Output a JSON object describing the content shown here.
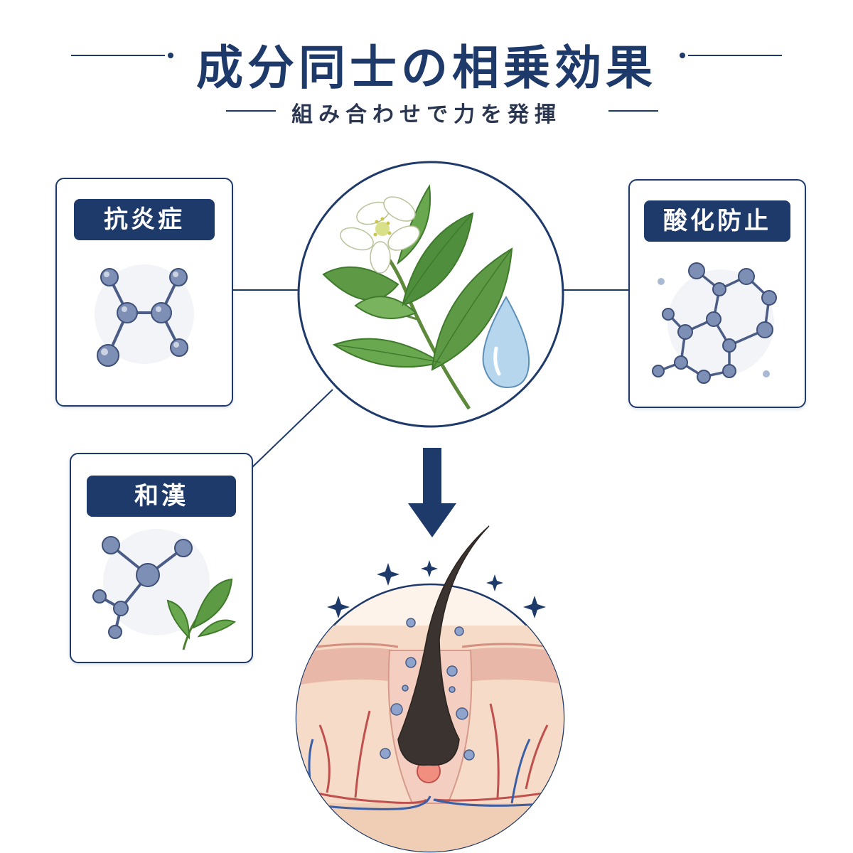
{
  "header": {
    "title": "成分同士の相乗効果",
    "subtitle": "組み合わせで力を発揮"
  },
  "boxes": {
    "anti_inflammatory": {
      "label": "抗炎症"
    },
    "antioxidant": {
      "label": "酸化防止"
    },
    "herbal": {
      "label": "和漢"
    }
  },
  "colors": {
    "navy": "#1e3a6a",
    "molecule": "#7d8fb4",
    "leaf": "#4f8e3c",
    "skin": "#f6dcc8",
    "vessel_red": "#c0504d",
    "vessel_blue": "#3b5fa6"
  }
}
